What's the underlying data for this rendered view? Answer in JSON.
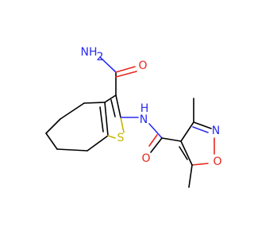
{
  "molecule": {
    "atoms": {
      "nh2": {
        "text": "NH",
        "sub": "2",
        "color": "#2a2af0"
      },
      "amide_o_top": {
        "text": "O",
        "color": "#e8261c"
      },
      "nh_link": {
        "text": "N",
        "sub_h": "H",
        "color": "#2a2af0"
      },
      "s_ring": {
        "text": "S",
        "color": "#c8b400"
      },
      "amide_o_bottom": {
        "text": "O",
        "color": "#e8261c"
      },
      "isox_n": {
        "text": "N",
        "color": "#2a2af0"
      },
      "isox_o": {
        "text": "O",
        "color": "#e8261c"
      }
    }
  }
}
